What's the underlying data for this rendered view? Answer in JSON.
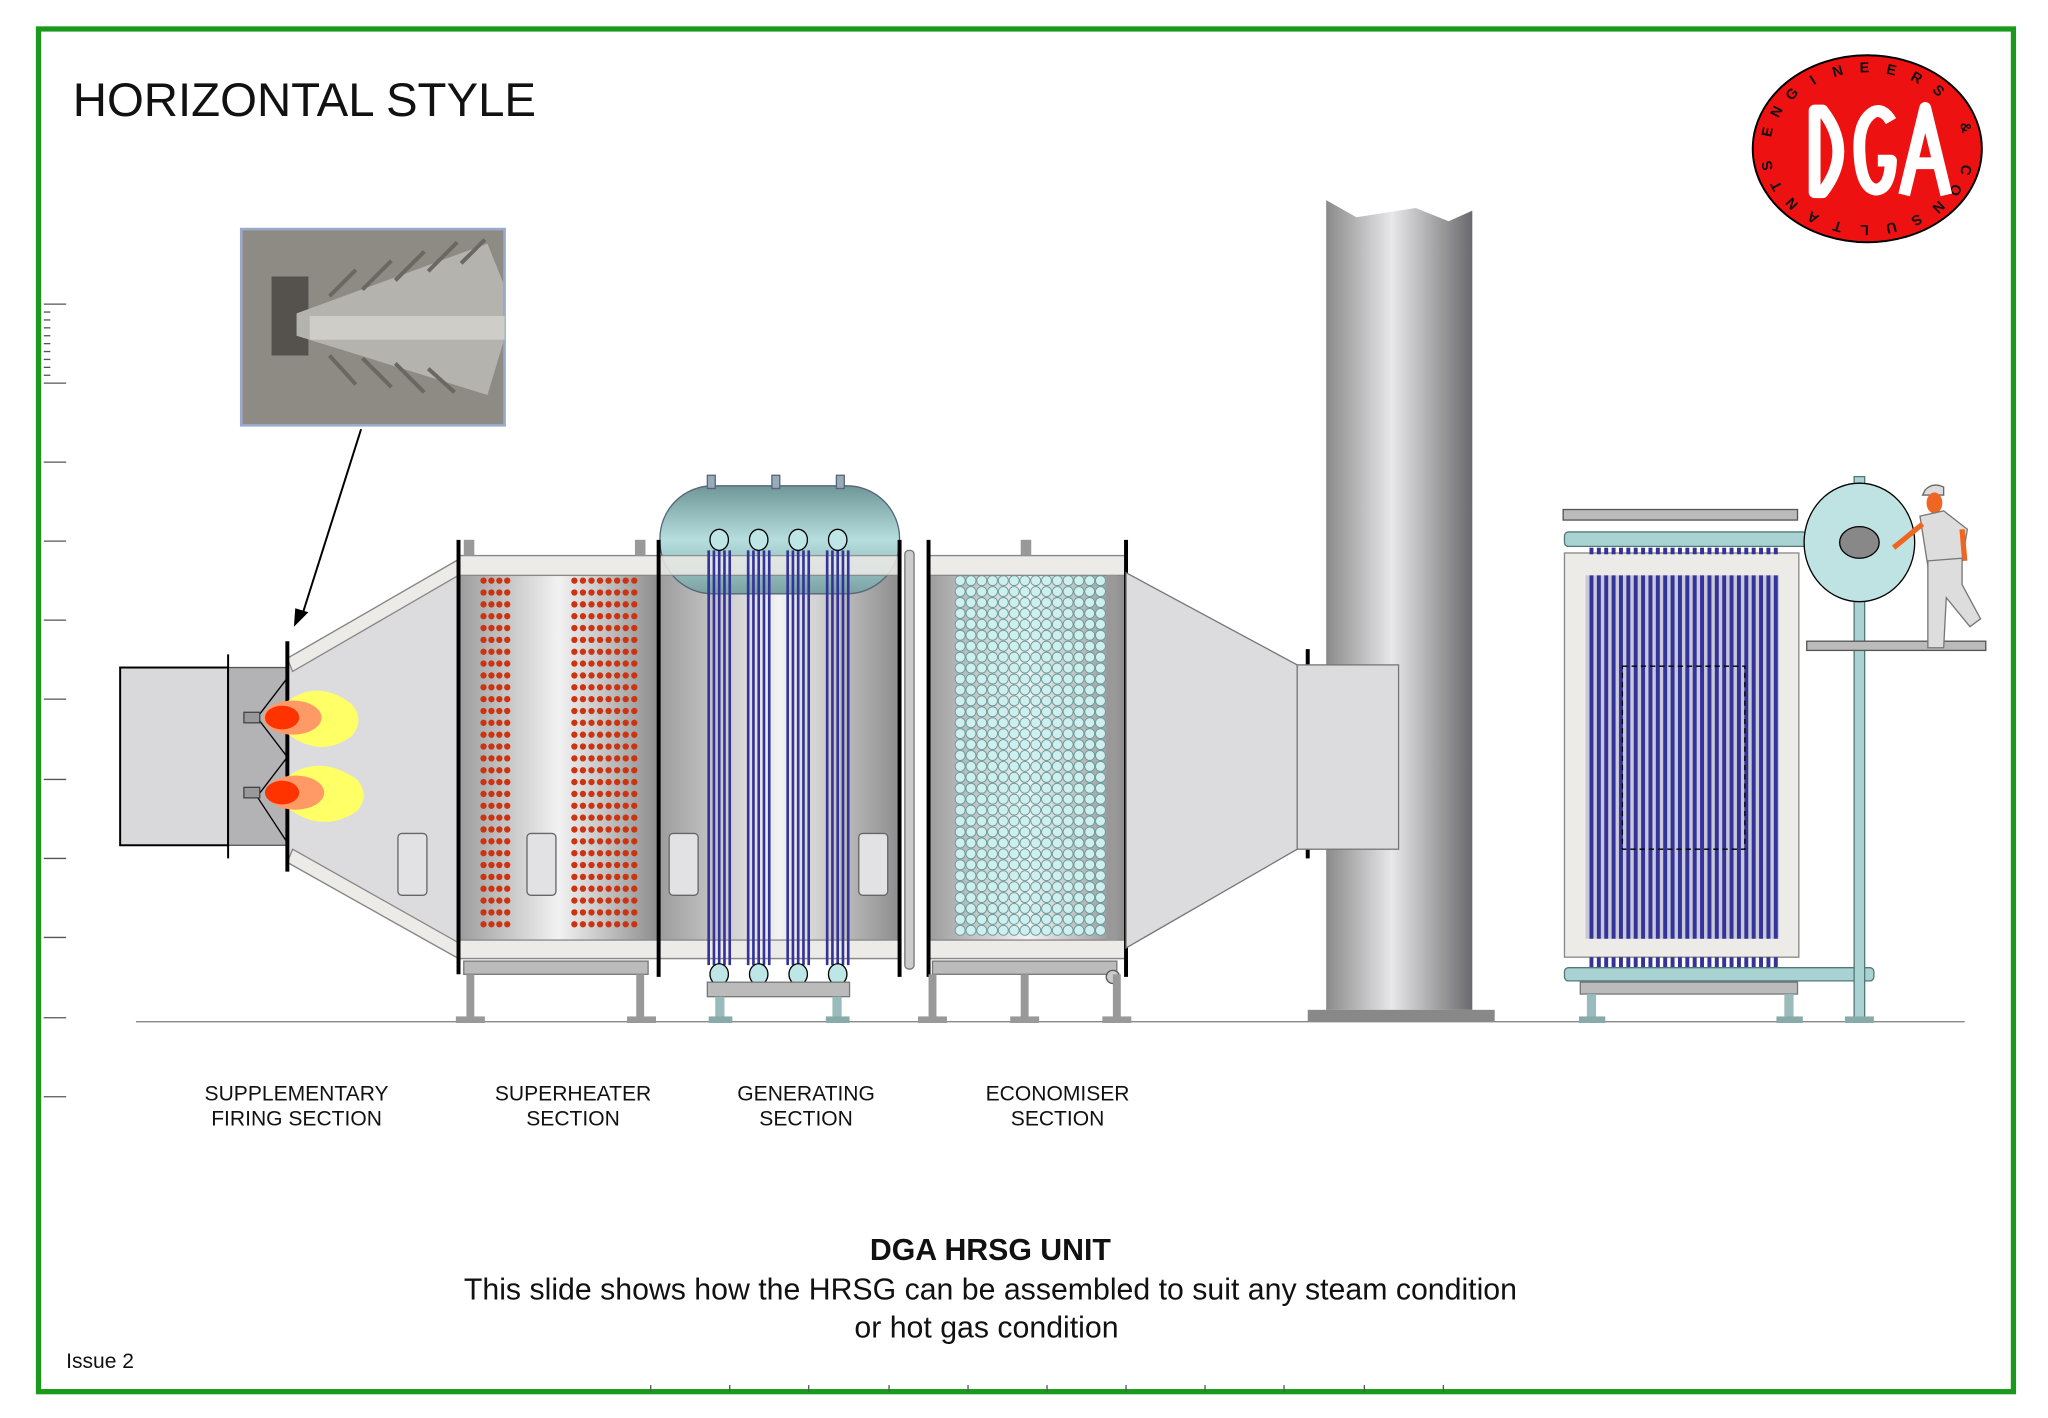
{
  "title": "HORIZONTAL STYLE",
  "logo": {
    "main": "DGA",
    "ring_text": "ENGINEERS & CONSULTANTS",
    "color": "#ee1111"
  },
  "sections": [
    {
      "line1": "SUPPLEMENTARY",
      "line2": "FIRING SECTION"
    },
    {
      "line1": "SUPERHEATER",
      "line2": "SECTION"
    },
    {
      "line1": "GENERATING",
      "line2": "SECTION"
    },
    {
      "line1": "ECONOMISER",
      "line2": "SECTION"
    }
  ],
  "caption": {
    "heading": "DGA HRSG UNIT",
    "line1": "This slide shows how the HRSG can be assembled to suit  any steam condition",
    "line2": "or hot gas condition"
  },
  "footer": {
    "issue": "Issue 2"
  },
  "colors": {
    "border": "#1a9a1a",
    "tubes": "#33339a",
    "superheater_dots": "#cc3311",
    "drum": "#a9d3d3"
  }
}
